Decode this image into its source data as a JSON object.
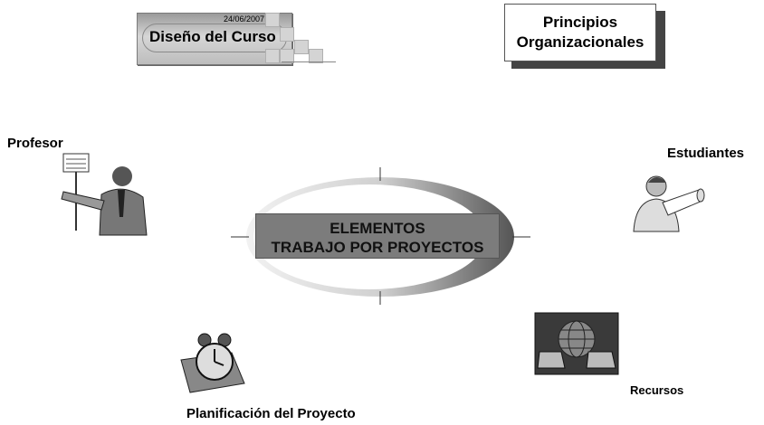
{
  "course_card": {
    "date": "24/06/2007",
    "title": "Diseño del Curso"
  },
  "principles": {
    "text": "Principios\nOrganizacionales"
  },
  "center": {
    "line1": "ELEMENTOS",
    "line2": "TRABAJO POR PROYECTOS"
  },
  "nodes": {
    "profesor": "Profesor",
    "estudiantes": "Estudiantes",
    "recursos": "Recursos",
    "planificacion": "Planificación del Proyecto"
  }
}
